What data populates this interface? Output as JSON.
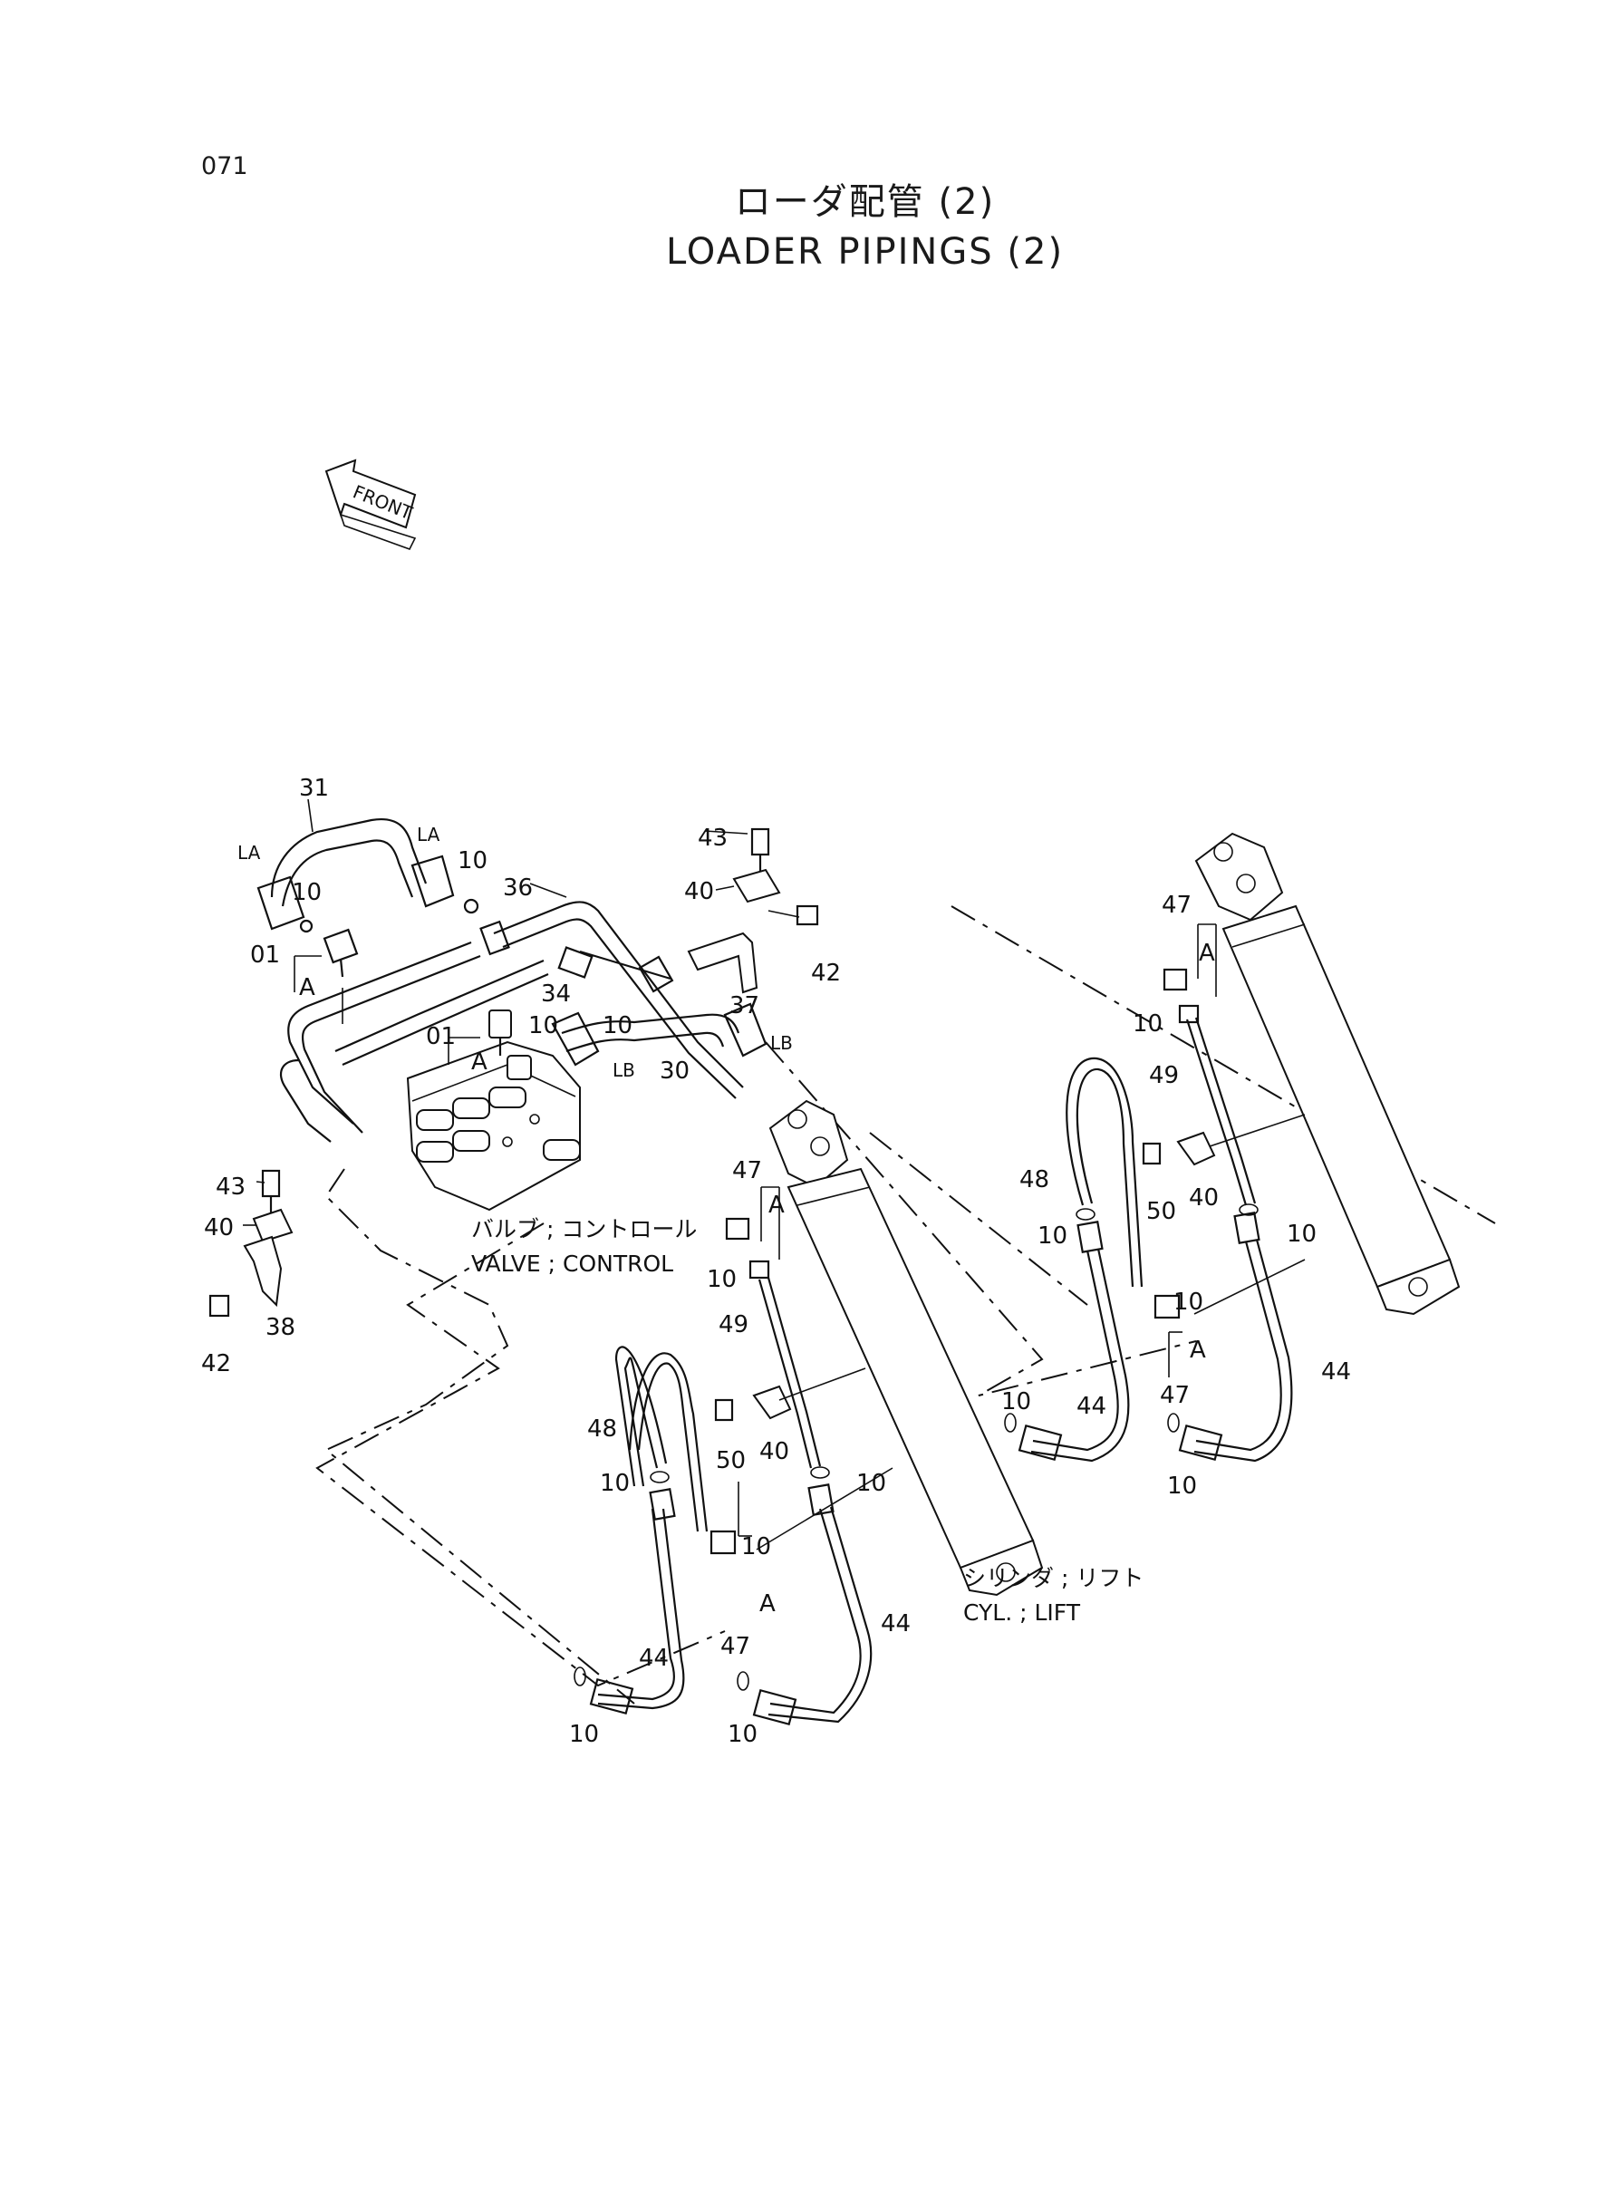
{
  "page_number": "071",
  "title": {
    "japanese": "ローダ配管 (2)",
    "english": "LOADER PIPINGS (2)"
  },
  "front_label": "FRONT",
  "captions": {
    "valve_jp": "バルブ ; コントロール",
    "valve_en": "VALVE ; CONTROL",
    "cyl_jp": "シリンダ ; リフト",
    "cyl_en": "CYL. ; LIFT"
  },
  "callouts": {
    "c31": "31",
    "la1": "LA",
    "la2": "LA",
    "c10a": "10",
    "c10b": "10",
    "c36": "36",
    "c01a": "01",
    "a1": "A",
    "c34": "34",
    "c10c": "10",
    "c01b": "01",
    "a2": "A",
    "c10d": "10",
    "lb1": "LB",
    "lb2": "LB",
    "c30": "30",
    "c43a": "43",
    "c40a": "40",
    "c42a": "42",
    "c37": "37",
    "c43b": "43",
    "c40b": "40",
    "c38": "38",
    "c42b": "42",
    "c47a": "47",
    "a3": "A",
    "c10e": "10",
    "c49a": "49",
    "c50a": "50",
    "c40c": "40",
    "c48a": "48",
    "c10f": "10",
    "c10g": "10",
    "c10h": "10",
    "a4": "A",
    "c47b": "47",
    "c44a": "44",
    "c44b": "44",
    "c10i": "10",
    "c10j": "10",
    "c47c": "47",
    "a5": "A",
    "c10k": "10",
    "c49b": "49",
    "c50b": "50",
    "c40d": "40",
    "c48b": "48",
    "c10l": "10",
    "c10m": "10",
    "c10n": "10",
    "a6": "A",
    "c47d": "47",
    "c44c": "44",
    "c44d": "44",
    "c10o": "10",
    "c10p": "10"
  }
}
